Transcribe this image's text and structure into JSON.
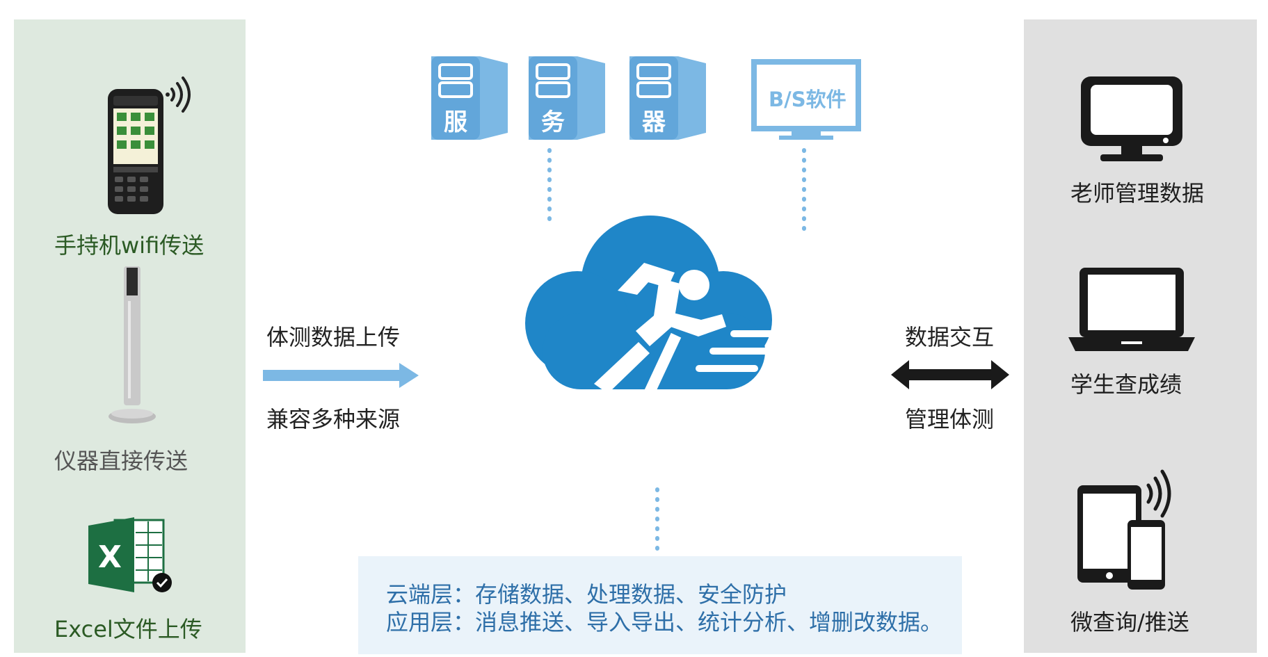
{
  "left_panel": {
    "items": [
      {
        "label": "手持机wifi传送",
        "icon": "handheld-scanner-icon"
      },
      {
        "label": "仪器直接传送",
        "icon": "kiosk-stand-icon"
      },
      {
        "label": "Excel文件上传",
        "icon": "excel-icon"
      }
    ]
  },
  "servers": {
    "blocks": [
      "服",
      "务",
      "器"
    ],
    "monitor_label": "B/S软件"
  },
  "arrows": {
    "left_top": "体测数据上传",
    "left_bottom": "兼容多种来源",
    "right_top": "数据交互",
    "right_bottom": "管理体测"
  },
  "right_panel": {
    "items": [
      {
        "label": "老师管理数据",
        "icon": "desktop-monitor-icon"
      },
      {
        "label": "学生查成绩",
        "icon": "laptop-icon"
      },
      {
        "label": "微查询/推送",
        "icon": "mobile-devices-icon"
      }
    ]
  },
  "info": {
    "line1": "云端层：存储数据、处理数据、安全防护",
    "line2": "应用层：消息推送、导入导出、统计分析、增删改数据。"
  },
  "colors": {
    "accent_blue": "#1f86c8",
    "light_blue": "#7cb8e4",
    "left_panel_bg": "#dee9df",
    "right_panel_bg": "#e0e0e0",
    "label_green": "#2b5a24"
  }
}
